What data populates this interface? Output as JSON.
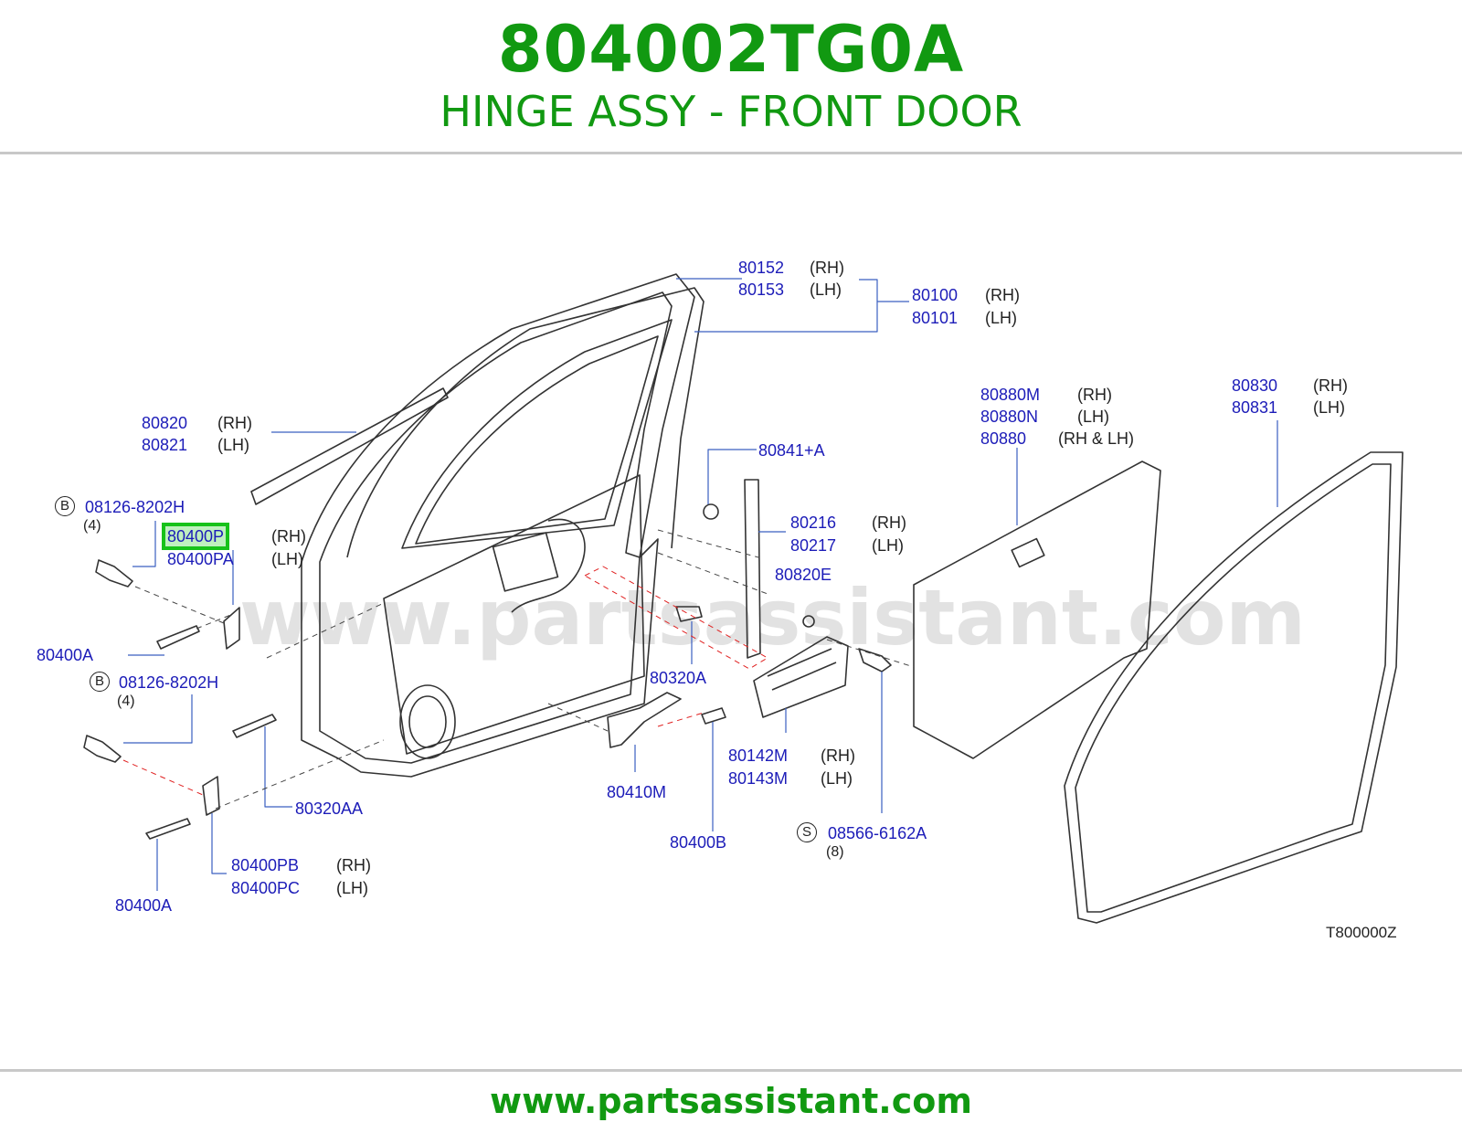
{
  "header": {
    "part_number": "804002TG0A",
    "title": "HINGE ASSY - FRONT DOOR"
  },
  "footer": {
    "url": "www.partsassistant.com"
  },
  "watermark": "www.partsassistant.com",
  "diagram_code": "T800000Z",
  "highlight_color": "#17c21a",
  "label_color": "#1c1cb8",
  "title_color": "#119911",
  "labels": {
    "p80152": "80152",
    "p80153": "80153",
    "rh1": "(RH)",
    "lh1": "(LH)",
    "p80100": "80100",
    "p80101": "80101",
    "rh2": "(RH)",
    "lh2": "(LH)",
    "p80820": "80820",
    "p80821": "80821",
    "rh3": "(RH)",
    "lh3": "(LH)",
    "p80841A": "80841+A",
    "badgeB1": "B",
    "p08126a": "08126-8202H",
    "qty1": "(4)",
    "p80400P": "80400P",
    "p80400PA": "80400PA",
    "rh4": "(RH)",
    "lh4": "(LH)",
    "p80216": "80216",
    "p80217": "80217",
    "rh5": "(RH)",
    "lh5": "(LH)",
    "p80820E": "80820E",
    "p80880M": "80880M",
    "p80880N": "80880N",
    "p80880": "80880",
    "rh6": "(RH)",
    "lh6": "(LH)",
    "rhlh": "(RH   &   LH)",
    "p80830": "80830",
    "p80831": "80831",
    "rh7": "(RH)",
    "lh7": "(LH)",
    "p80400A_1": "80400A",
    "badgeB2": "B",
    "p08126b": "08126-8202H",
    "qty2": "(4)",
    "p80320A": "80320A",
    "p80320AA": "80320AA",
    "p80142M": "80142M",
    "p80143M": "80143M",
    "rh8": "(RH)",
    "lh8": "(LH)",
    "p80410M": "80410M",
    "p80400B": "80400B",
    "badgeS": "S",
    "p08566": "08566-6162A",
    "qty3": "(8)",
    "p80400PB": "80400PB",
    "p80400PC": "80400PC",
    "rh9": "(RH)",
    "lh9": "(LH)",
    "p80400A_2": "80400A"
  }
}
